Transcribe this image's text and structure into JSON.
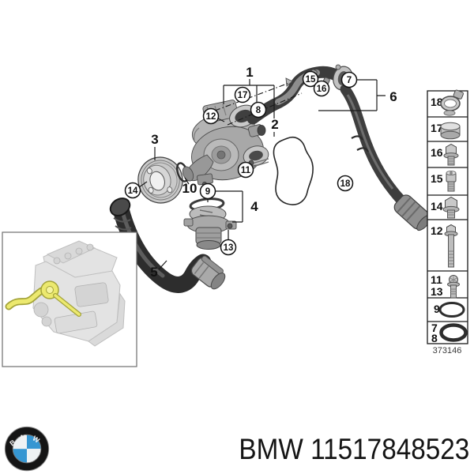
{
  "diagram": {
    "figure_number": "373146",
    "callouts": {
      "c1": "1",
      "c2": "2",
      "c3": "3",
      "c4": "4",
      "c5": "5",
      "c6": "6",
      "c7": "7",
      "c8": "8",
      "c9": "9",
      "c10": "10",
      "c11": "11",
      "c12": "12",
      "c13": "13",
      "c14": "14",
      "c15": "15",
      "c16": "16",
      "c17": "17",
      "c18": "18"
    }
  },
  "sidebar": {
    "rows": [
      {
        "labels": [
          "18"
        ],
        "icon": "hose-clamp-icon"
      },
      {
        "labels": [
          "17"
        ],
        "icon": "sleeve-plug-icon"
      },
      {
        "labels": [
          "16"
        ],
        "icon": "hex-flange-bolt-icon"
      },
      {
        "labels": [
          "15"
        ],
        "icon": "socket-head-bolt-icon"
      },
      {
        "labels": [
          "14"
        ],
        "icon": "hex-flange-bolt-icon"
      },
      {
        "labels": [
          "12"
        ],
        "icon": "long-hex-bolt-icon"
      },
      {
        "labels": [
          "11",
          "13"
        ],
        "icon": "hex-bolt-icon"
      },
      {
        "labels": [
          "9"
        ],
        "icon": "o-ring-icon"
      },
      {
        "labels": [
          "7",
          "8"
        ],
        "icon": "o-ring-large-icon"
      }
    ]
  },
  "footer": {
    "logo_letters": "BMW",
    "caption": "BMW 11517848523"
  },
  "colors": {
    "bmw_blue": "#3596d2",
    "highlight_yellow": "#ece96f",
    "line": "#1a1a1a"
  }
}
